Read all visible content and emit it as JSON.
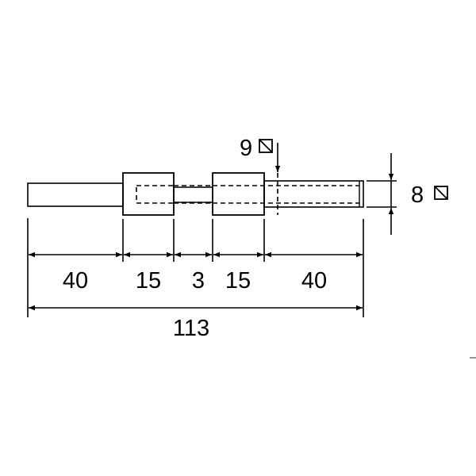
{
  "diagram": {
    "segment_dims": [
      "40",
      "15",
      "3",
      "15",
      "40"
    ],
    "total_length": "113",
    "width_marker": "9",
    "height_marker": "8",
    "square_symbol": "square-section-symbol",
    "line_color": "#000000"
  }
}
